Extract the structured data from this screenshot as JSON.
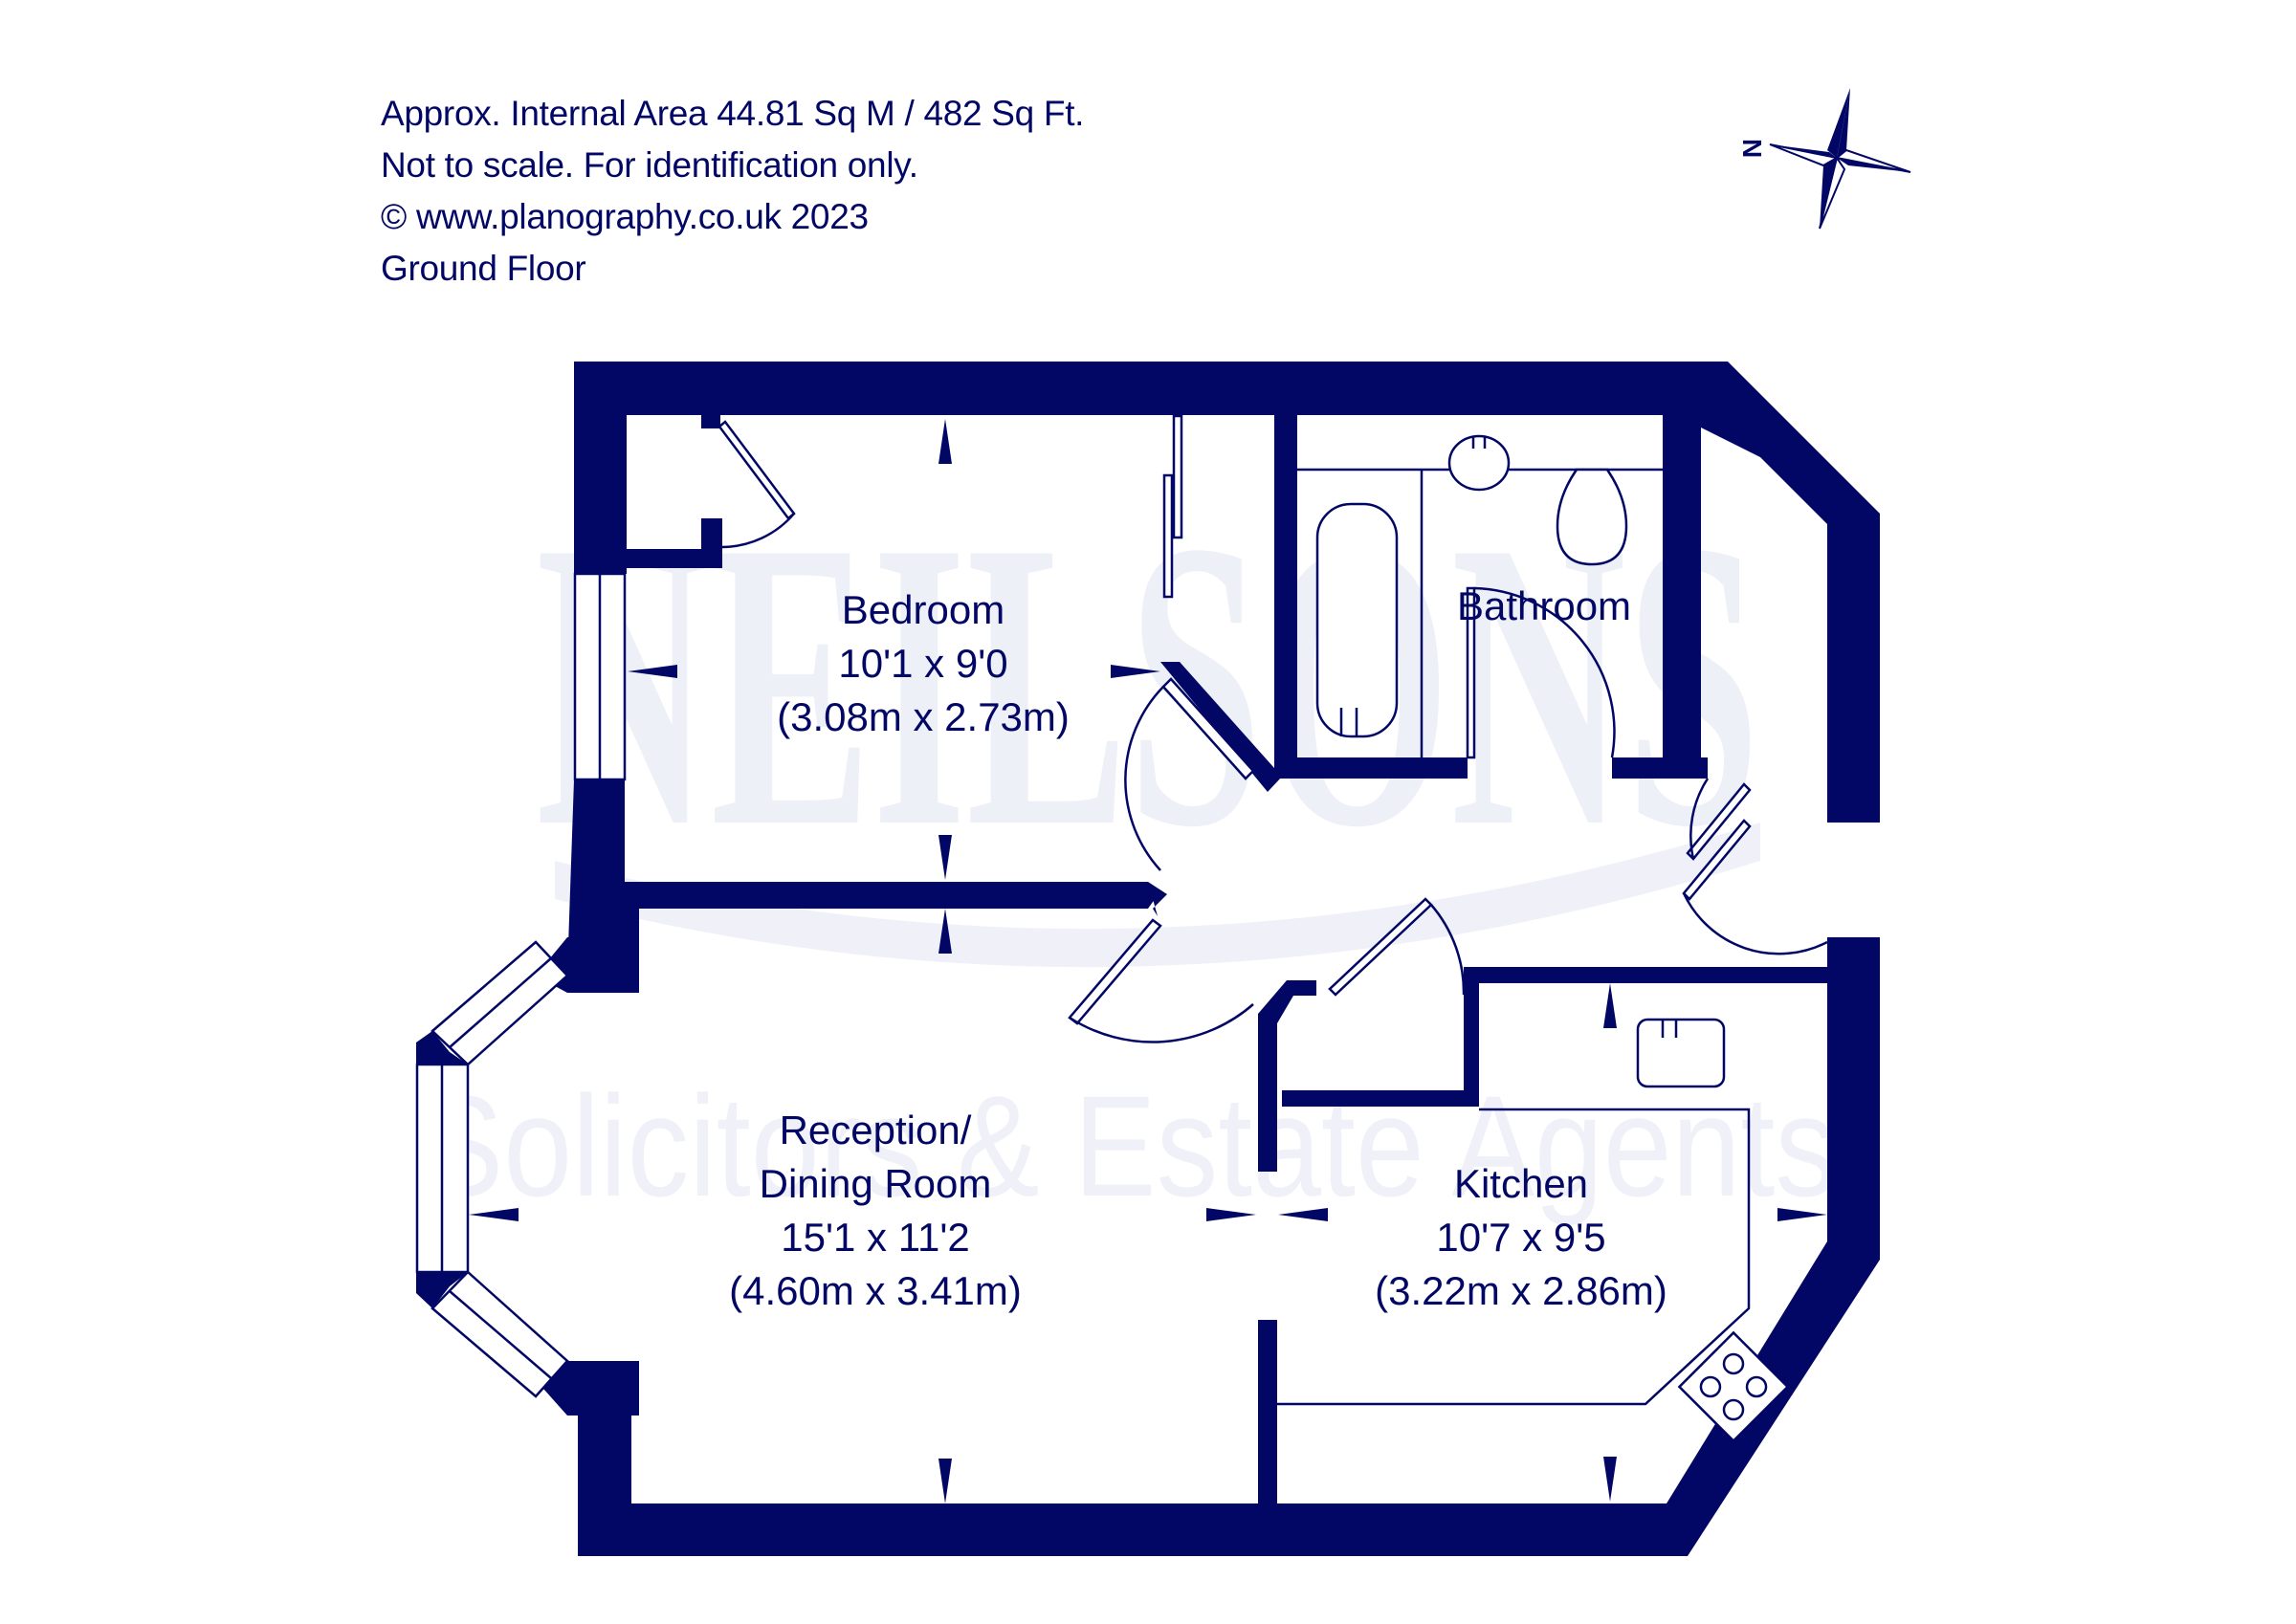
{
  "header": {
    "lines": [
      "Approx. Internal Area 44.81 Sq M / 482 Sq Ft.",
      "Not to scale. For identification only.",
      "© www.planography.co.uk 2023",
      "Ground Floor"
    ]
  },
  "compass": {
    "label": "N",
    "icon": "compass-rose-icon"
  },
  "watermark": {
    "brand": "NEILSONS",
    "tagline": "Solicitors & Estate Agents"
  },
  "rooms": [
    {
      "id": "bedroom",
      "name": "Bedroom",
      "imperial": "10'1 x 9'0",
      "metric": "(3.08m x 2.73m)"
    },
    {
      "id": "bathroom",
      "name": "Bathroom"
    },
    {
      "id": "reception",
      "name_line1": "Reception/",
      "name_line2": "Dining Room",
      "imperial": "15'1 x 11'2",
      "metric": "(4.60m x 3.41m)"
    },
    {
      "id": "kitchen",
      "name": "Kitchen",
      "imperial": "10'7 x 9'5",
      "metric": "(3.22m x 2.86m)"
    }
  ],
  "colors": {
    "ink": "#020766",
    "watermark": "#eef0f8",
    "background": "#ffffff"
  }
}
